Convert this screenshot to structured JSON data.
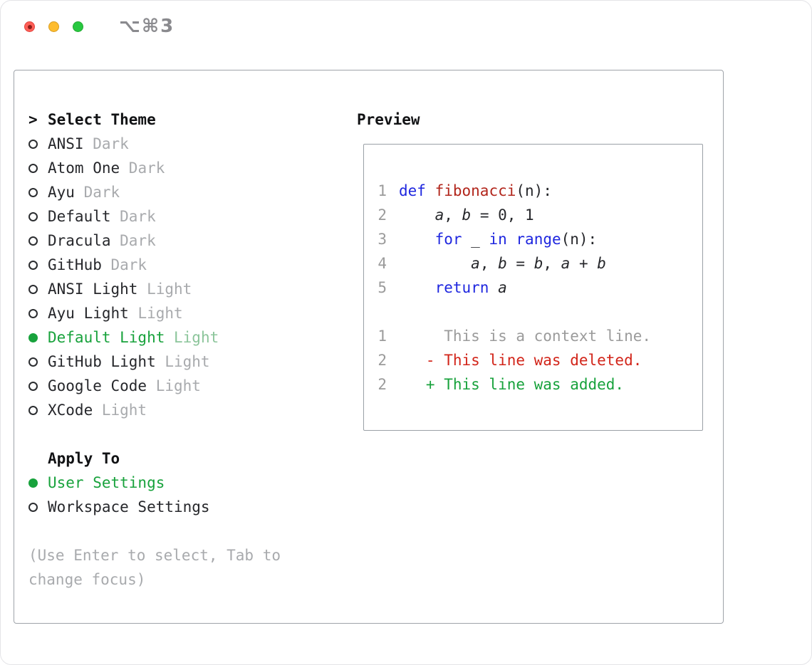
{
  "window": {
    "shortcut": "⌥⌘3"
  },
  "theme_selector": {
    "prompt": ">",
    "title": "Select Theme",
    "items": [
      {
        "name": "ANSI",
        "variant": "Dark",
        "selected": false
      },
      {
        "name": "Atom One",
        "variant": "Dark",
        "selected": false
      },
      {
        "name": "Ayu",
        "variant": "Dark",
        "selected": false
      },
      {
        "name": "Default",
        "variant": "Dark",
        "selected": false
      },
      {
        "name": "Dracula",
        "variant": "Dark",
        "selected": false
      },
      {
        "name": "GitHub",
        "variant": "Dark",
        "selected": false
      },
      {
        "name": "ANSI Light",
        "variant": "Light",
        "selected": false
      },
      {
        "name": "Ayu Light",
        "variant": "Light",
        "selected": false
      },
      {
        "name": "Default Light",
        "variant": "Light",
        "selected": true
      },
      {
        "name": "GitHub Light",
        "variant": "Light",
        "selected": false
      },
      {
        "name": "Google Code",
        "variant": "Light",
        "selected": false
      },
      {
        "name": "XCode",
        "variant": "Light",
        "selected": false
      }
    ]
  },
  "apply_to": {
    "title": "Apply To",
    "options": [
      {
        "label": "User Settings",
        "selected": true
      },
      {
        "label": "Workspace Settings",
        "selected": false
      }
    ]
  },
  "hint": "(Use Enter to select, Tab to change focus)",
  "preview": {
    "title": "Preview",
    "code": [
      {
        "num": "1",
        "tokens": [
          [
            "def",
            "kw"
          ],
          [
            " ",
            "plain"
          ],
          [
            "fibonacci",
            "fn"
          ],
          [
            "(n):",
            "plain"
          ]
        ]
      },
      {
        "num": "2",
        "tokens": [
          [
            "    ",
            "plain"
          ],
          [
            "a",
            "var"
          ],
          [
            ", ",
            "plain"
          ],
          [
            "b",
            "var"
          ],
          [
            " = 0, 1",
            "plain"
          ]
        ]
      },
      {
        "num": "3",
        "tokens": [
          [
            "    ",
            "plain"
          ],
          [
            "for",
            "kw"
          ],
          [
            " _ ",
            "plain"
          ],
          [
            "in",
            "kw"
          ],
          [
            " ",
            "plain"
          ],
          [
            "range",
            "kw"
          ],
          [
            "(n):",
            "plain"
          ]
        ]
      },
      {
        "num": "4",
        "tokens": [
          [
            "        ",
            "plain"
          ],
          [
            "a",
            "var"
          ],
          [
            ", ",
            "plain"
          ],
          [
            "b",
            "var"
          ],
          [
            " = ",
            "plain"
          ],
          [
            "b",
            "var"
          ],
          [
            ", ",
            "plain"
          ],
          [
            "a",
            "var"
          ],
          [
            " + ",
            "plain"
          ],
          [
            "b",
            "var"
          ]
        ]
      },
      {
        "num": "5",
        "tokens": [
          [
            "    ",
            "plain"
          ],
          [
            "return",
            "kw"
          ],
          [
            " ",
            "plain"
          ],
          [
            "a",
            "var"
          ]
        ]
      }
    ],
    "diff": [
      {
        "num": "1",
        "text": "     This is a context line.",
        "style": "context"
      },
      {
        "num": "2",
        "text": "   - This line was deleted.",
        "style": "deleted"
      },
      {
        "num": "2",
        "text": "   + This line was added.",
        "style": "added"
      }
    ]
  },
  "colors": {
    "accent_green": "#18a23c",
    "keyword_blue": "#1f27df",
    "function_red": "#b2261c",
    "deleted_red": "#d2251a",
    "added_green": "#18a23c",
    "muted_gray": "#a8aaad"
  }
}
